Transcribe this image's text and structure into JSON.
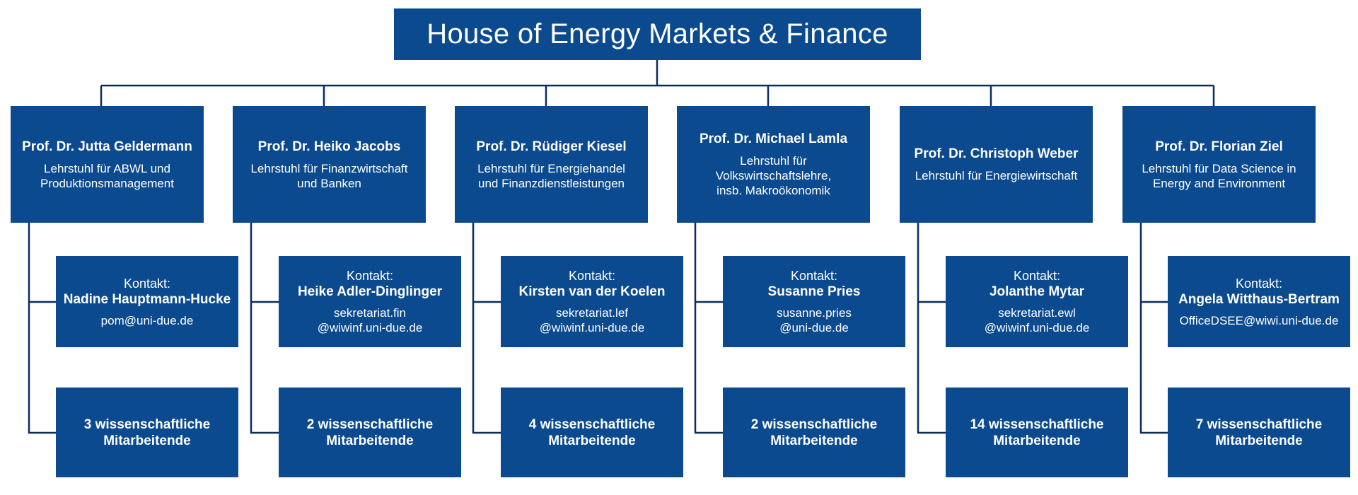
{
  "title": "House of Energy Markets & Finance",
  "colors": {
    "box": "#0b4a8f",
    "line": "#0b2d5c",
    "text": "#ffffff"
  },
  "chairs": [
    {
      "professor": "Prof. Dr. Jutta Geldermann",
      "chair": "Lehrstuhl für ABWL und\nProduktionsmanagement",
      "contact_label": "Kontakt:",
      "contact_name": "Nadine Hauptmann-Hucke",
      "contact_email": "pom@uni-due.de",
      "staff": "3 wissenschaftliche\nMitarbeitende"
    },
    {
      "professor": "Prof. Dr. Heiko Jacobs",
      "chair": "Lehrstuhl für Finanzwirtschaft\nund Banken",
      "contact_label": "Kontakt:",
      "contact_name": "Heike Adler-Dinglinger",
      "contact_email": "sekretariat.fin\n@wiwinf.uni-due.de",
      "staff": "2 wissenschaftliche\nMitarbeitende"
    },
    {
      "professor": "Prof. Dr. Rüdiger Kiesel",
      "chair": "Lehrstuhl für Energiehandel\nund Finanzdienstleistungen",
      "contact_label": "Kontakt:",
      "contact_name": "Kirsten van der Koelen",
      "contact_email": "sekretariat.lef\n@wiwinf.uni-due.de",
      "staff": "4 wissenschaftliche\nMitarbeitende"
    },
    {
      "professor": "Prof. Dr. Michael Lamla",
      "chair": "Lehrstuhl für\nVolkswirtschaftslehre,\ninsb. Makroökonomik",
      "contact_label": "Kontakt:",
      "contact_name": "Susanne Pries",
      "contact_email": "susanne.pries\n@uni-due.de",
      "staff": "2 wissenschaftliche\nMitarbeitende"
    },
    {
      "professor": "Prof. Dr. Christoph Weber",
      "chair": "Lehrstuhl für Energiewirtschaft",
      "contact_label": "Kontakt:",
      "contact_name": "Jolanthe Mytar",
      "contact_email": "sekretariat.ewl\n@wiwinf.uni-due.de",
      "staff": "14 wissenschaftliche\nMitarbeitende"
    },
    {
      "professor": "Prof. Dr. Florian Ziel",
      "chair": "Lehrstuhl für Data Science in\nEnergy and Environment",
      "contact_label": "Kontakt:",
      "contact_name": "Angela Witthaus-Bertram",
      "contact_email": "OfficeDSEE@wiwi.uni-due.de",
      "staff": "7 wissenschaftliche\nMitarbeitende"
    }
  ]
}
